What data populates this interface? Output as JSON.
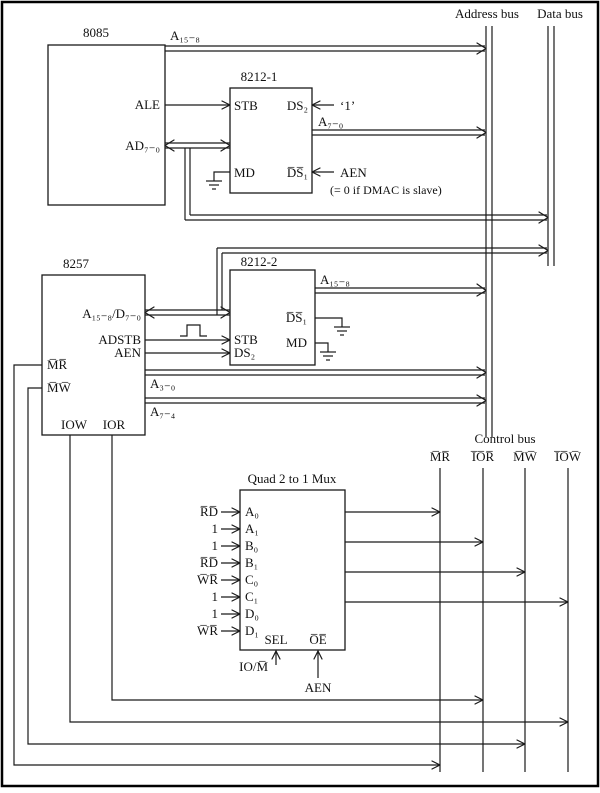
{
  "buses": {
    "address_label": "Address bus",
    "data_label": "Data bus"
  },
  "control_bus": {
    "label": "Control bus",
    "lines": [
      "M̅R̅",
      "I̅O̅R̅",
      "M̅W̅",
      "I̅O̅W̅"
    ]
  },
  "cpu_8085": {
    "title": "8085",
    "pins": {
      "a15_8": "A₁₅₋₈",
      "ale": "ALE",
      "ad7_0": "AD₇₋₀"
    }
  },
  "latch_8212_1": {
    "title": "8212-1",
    "pins": {
      "stb": "STB",
      "ds2": "DS₂",
      "md": "MD",
      "ds1": "D̅S̅₁"
    },
    "ds2_input": "‘1’",
    "ds1_input": "AEN",
    "output_a7_0": "A₇₋₀",
    "note": "(= 0 if DMAC is slave)"
  },
  "dmac_8257": {
    "title": "8257",
    "pins": {
      "addr_data": "A₁₅₋₈/D₇₋₀",
      "adstb": "ADSTB",
      "aen": "AEN",
      "mr": "M̅R̅",
      "mw": "M̅W̅",
      "iow": "IOW",
      "ior": "IOR"
    },
    "bus_a3_0": "A₃₋₀",
    "bus_a7_4": "A₇₋₄"
  },
  "latch_8212_2": {
    "title": "8212-2",
    "pins": {
      "stb": "STB",
      "ds2": "DS₂",
      "ds1": "D̅S̅₁",
      "md": "MD"
    },
    "output_a15_8": "A₁₅₋₈"
  },
  "mux": {
    "title": "Quad 2 to 1 Mux",
    "inputs": [
      {
        "signal": "R̅D̅",
        "pin": "A₀"
      },
      {
        "signal": "1",
        "pin": "A₁"
      },
      {
        "signal": "1",
        "pin": "B₀"
      },
      {
        "signal": "R̅D̅",
        "pin": "B₁"
      },
      {
        "signal": "W̅R̅",
        "pin": "C₀"
      },
      {
        "signal": "1",
        "pin": "C₁"
      },
      {
        "signal": "1",
        "pin": "D₀"
      },
      {
        "signal": "W̅R̅",
        "pin": "D₁"
      }
    ],
    "sel_pin": "SEL",
    "oe_pin": "O̅E̅",
    "sel_input": "IO/M̅",
    "oe_input": "AEN"
  }
}
